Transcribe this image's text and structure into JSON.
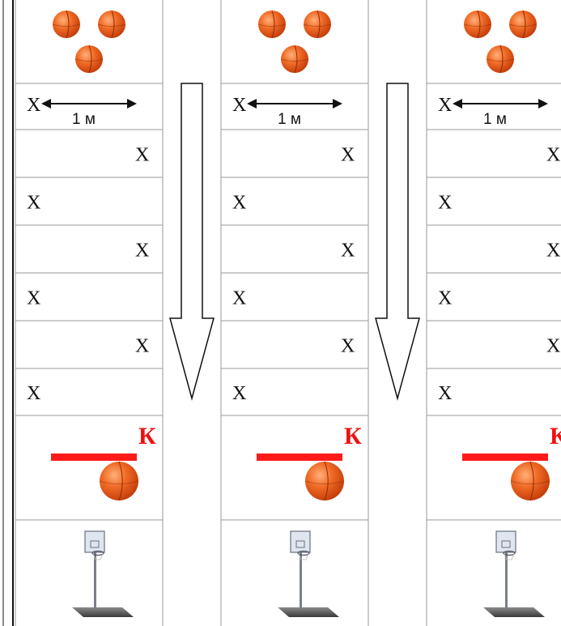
{
  "lanes": [
    {
      "start_marker": "X",
      "distance_label": "1 м",
      "cone_marks": [
        "X",
        "X",
        "X",
        "X",
        "X",
        "X"
      ],
      "finish_label": "К"
    },
    {
      "start_marker": "X",
      "distance_label": "1 м",
      "cone_marks": [
        "X",
        "X",
        "X",
        "X",
        "X",
        "X"
      ],
      "finish_label": "К"
    },
    {
      "start_marker": "X",
      "distance_label": "1 м",
      "cone_marks": [
        "X",
        "X",
        "X",
        "X",
        "X",
        "X"
      ],
      "finish_label": "К"
    }
  ],
  "colors": {
    "ball": "#e8581c",
    "finish_bar": "#ff1a1a",
    "finish_label": "#ee1111",
    "grid": "#9a9a9a"
  },
  "icons": [
    "basketball-icon",
    "double-arrow-icon",
    "down-arrow-icon",
    "basketball-hoop-icon"
  ]
}
